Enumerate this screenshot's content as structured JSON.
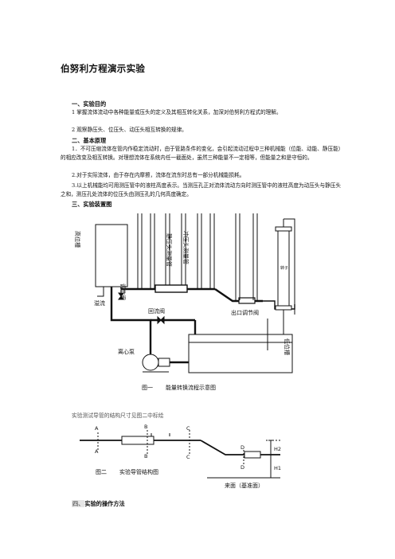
{
  "title": "伯努利方程演示实验",
  "sections": {
    "s1_heading": "一、实验目的",
    "s1_p1": "1 掌握流体流动中各种能量或压头的定义及其相互转化关系，加深对伯努利方程式的理解。",
    "s1_p2": "2 观察静压头、位压头、动压头相互转换的规律。",
    "s2_heading": "二、基本原理",
    "s2_p1": "1．不可压缩流体在管内作稳定流动时，由于管路条件的变化，会引起流动过程中三种机械能（位能、动能、静压能）的相应改变及相互转换。对理想流体在系统内任一截面处，虽然三种能量不一定相等，但能量之和是守恒的。",
    "s2_p2": "2.对于实际流体，由于存在内摩擦，流体在流东时总有一部分机械能损耗。",
    "s2_p3": "3.以上机械能均可用测压管中的液柱高度表示。当测压孔正对流体流动方向时测压管中的液柱高度为动压头与静压头之和，测压孔处流体的位压头由测压孔的几何高度确定。",
    "s3_heading": "三、实验装置图",
    "s4_num": "四、",
    "s4_text": "实验的操作方法"
  },
  "figure1": {
    "label_high_tank": "高位槽",
    "label_static_tube": "静压头测量管",
    "label_impact_tube": "冲压头测量管",
    "label_overflow": "溢流",
    "label_control_valve": "调节阀",
    "label_return_valve": "回流阀",
    "label_outlet_valve": "出口调节阀",
    "label_rotameter": "转子",
    "label_pump": "离心泵",
    "label_low_tank": "低位槽",
    "caption_no": "图一",
    "caption_text": "能量转换流程示意图"
  },
  "figure1_caption_line": "实验测试导管的结构尺寸见图二中标绘",
  "figure2": {
    "A": "A",
    "B": "B",
    "C": "C",
    "D": "D",
    "H2": "H2",
    "H1": "H1",
    "caption_no": "图二",
    "caption_text": "实验导管结构图",
    "datum": "来面（基准面）"
  }
}
